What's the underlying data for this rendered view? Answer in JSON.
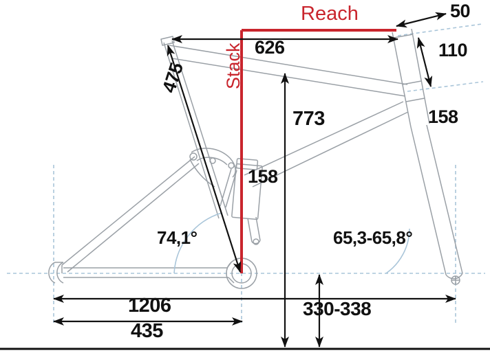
{
  "diagram": {
    "title": "Bicycle Frame Geometry",
    "type": "technical-drawing",
    "units": "mm / degrees",
    "colors": {
      "accent_red": "#c9252d",
      "frame_outline": "#9aa0a6",
      "dimension_line": "#111111",
      "construction_line": "#aac4d8",
      "ground_line": "#111111",
      "background": "#ffffff"
    }
  },
  "labels": {
    "reach": "Reach",
    "stack": "Stack",
    "top_tube_626": "626",
    "seat_tube_475": "475",
    "fork_offset_50": "50",
    "head_tube_110": "110",
    "head_tube_stack_158": "158",
    "shock_158": "158",
    "stack_773": "773",
    "seat_angle": "74,1°",
    "head_angle": "65,3-65,8°",
    "wheelbase_1206": "1206",
    "chainstay_435": "435",
    "bb_height_330_338": "330-338"
  },
  "measurements": [
    {
      "name": "reach",
      "label": "Reach",
      "value": null,
      "highlight": true,
      "color": "#c9252d"
    },
    {
      "name": "stack",
      "label": "Stack",
      "value": null,
      "highlight": true,
      "color": "#c9252d"
    },
    {
      "name": "top-tube-horizontal",
      "label": "626",
      "value": 626,
      "unit": "mm"
    },
    {
      "name": "seat-tube-length",
      "label": "475",
      "value": 475,
      "unit": "mm"
    },
    {
      "name": "fork-offset",
      "label": "50",
      "value": 50,
      "unit": "mm"
    },
    {
      "name": "head-tube-length",
      "label": "110",
      "value": 110,
      "unit": "mm"
    },
    {
      "name": "head-tube-to-axle",
      "label": "158",
      "value": 158,
      "unit": "mm"
    },
    {
      "name": "shock-eye-to-eye",
      "label": "158",
      "value": 158,
      "unit": "mm"
    },
    {
      "name": "stack-height",
      "label": "773",
      "value": 773,
      "unit": "mm"
    },
    {
      "name": "seat-tube-angle",
      "label": "74,1°",
      "value": 74.1,
      "unit": "deg"
    },
    {
      "name": "head-tube-angle",
      "label": "65,3-65,8°",
      "value": [
        65.3,
        65.8
      ],
      "unit": "deg"
    },
    {
      "name": "wheelbase",
      "label": "1206",
      "value": 1206,
      "unit": "mm"
    },
    {
      "name": "chainstay-length",
      "label": "435",
      "value": 435,
      "unit": "mm"
    },
    {
      "name": "bottom-bracket-height",
      "label": "330-338",
      "value": [
        330,
        338
      ],
      "unit": "mm"
    }
  ]
}
